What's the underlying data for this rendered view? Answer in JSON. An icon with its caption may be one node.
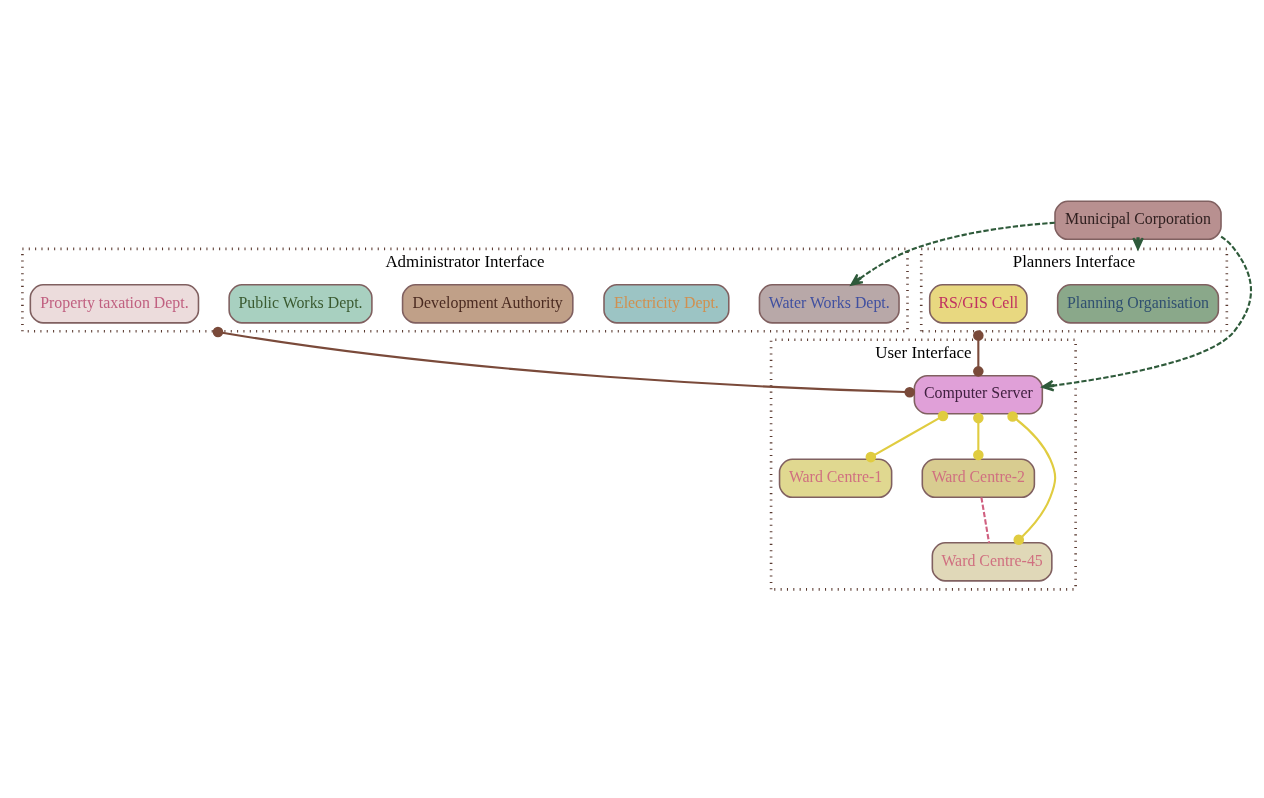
{
  "diagram": {
    "nodes": [
      {
        "text": [
          "Administrator Interface"
        ]
      },
      {
        "text": [
          "Water Works Dept."
        ],
        "in": 0
      },
      {
        "text": [
          "Electricity Dept."
        ],
        "in": 0
      },
      {
        "text": [
          "Development Authority"
        ],
        "in": 0
      },
      {
        "text": [
          "Public Works Dept."
        ],
        "in": 0
      },
      {
        "text": [
          "Property taxation Dept."
        ],
        "in": 0
      },
      {
        "text": [
          "Municipal Corporation"
        ]
      },
      {
        "text": [
          "Planners Interface"
        ]
      },
      {
        "text": [
          "Planning Organisation"
        ],
        "in": 7
      },
      {
        "text": [
          "RS/GIS Cell"
        ],
        "in": 7
      },
      {
        "text": [
          "User Interface"
        ]
      },
      {
        "text": [
          "Computer Server"
        ],
        "in": 10
      },
      {
        "text": [
          "Ward Centre-1"
        ],
        "in": 10
      },
      {
        "text": [
          "Ward Centre-2"
        ],
        "in": 10
      },
      {
        "text": [
          "Ward Centre-45"
        ],
        "in": 10
      }
    ],
    "edges": [
      {
        "from": 6,
        "to": 1,
        "arrow": "to",
        "style": "dashed",
        "color": "#2e5a3a"
      },
      {
        "from": 6,
        "to": 7,
        "arrow": "to",
        "style": "dashed",
        "color": "#2e5a3a"
      },
      {
        "from": 6,
        "to": 11,
        "arrow": "to",
        "style": "dashed",
        "color": "#2e5a3a"
      },
      {
        "from": 0,
        "to": 11,
        "arrow": "other",
        "color": "#7a4a3a"
      },
      {
        "from": 7,
        "to": 11,
        "arrow": "other",
        "color": "#7a4a3a"
      },
      {
        "from": 11,
        "to": 12,
        "arrow": "other",
        "color": "#e0cc40"
      },
      {
        "from": 11,
        "to": 13,
        "arrow": "other",
        "color": "#e0cc40"
      },
      {
        "from": 11,
        "to": 14,
        "arrow": "other",
        "color": "#e0cc40"
      },
      {
        "from": 13,
        "to": 14,
        "arrow": "none",
        "style": "dashed",
        "color": "#d06080"
      }
    ]
  }
}
